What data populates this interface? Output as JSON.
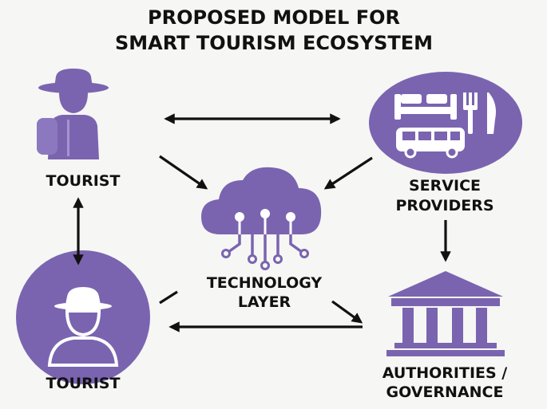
{
  "title": {
    "line1": "PROPOSED MODEL FOR",
    "line2": "SMART TOURISM ECOSYSTEM"
  },
  "nodes": {
    "tourist_top": {
      "label": "TOURIST",
      "icon": "tourist-hat-backpack-icon"
    },
    "tourist_bottom": {
      "label": "TOURIST",
      "icon": "tourist-avatar-icon"
    },
    "service_providers": {
      "line1": "SERVICE",
      "line2": "PROVIDERS",
      "icon": "bed-bus-cutlery-icon"
    },
    "technology_layer": {
      "line1": "TECHNOLOGY",
      "line2": "LAYER",
      "icon": "cloud-circuit-icon"
    },
    "authorities": {
      "line1": "AUTHORITIES /",
      "line2": "GOVERNANCE",
      "icon": "government-building-icon"
    }
  },
  "colors": {
    "purple": "#7a64b0",
    "purple_light": "#8c78bf",
    "text": "#111111",
    "background": "#f6f6f4"
  }
}
